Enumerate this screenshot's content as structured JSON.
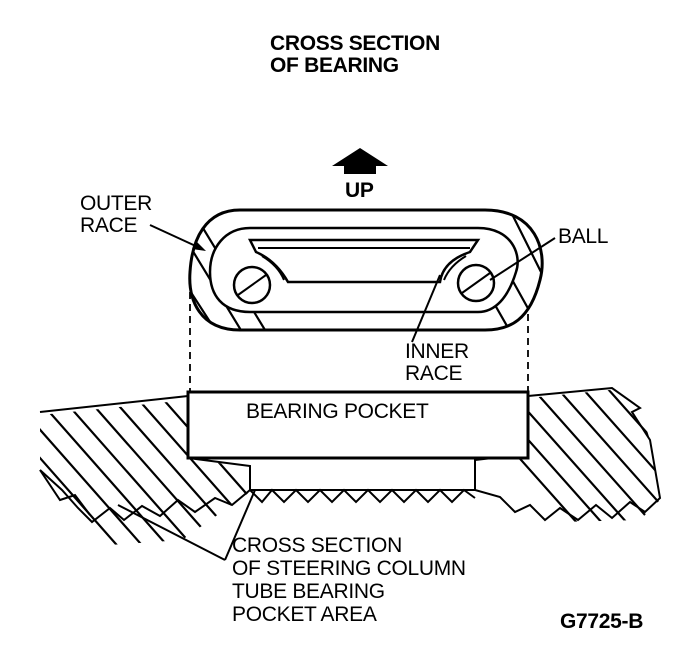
{
  "diagram": {
    "title_lines": [
      "CROSS SECTION",
      "OF BEARING"
    ],
    "up_label": "UP",
    "outer_race_lines": [
      "OUTER",
      "RACE"
    ],
    "ball_label": "BALL",
    "inner_race_lines": [
      "INNER",
      "RACE"
    ],
    "pocket_label": "BEARING POCKET",
    "column_lines": [
      "CROSS SECTION",
      "OF STEERING COLUMN",
      "TUBE BEARING",
      "POCKET AREA"
    ],
    "figure_code": "G7725-B"
  }
}
